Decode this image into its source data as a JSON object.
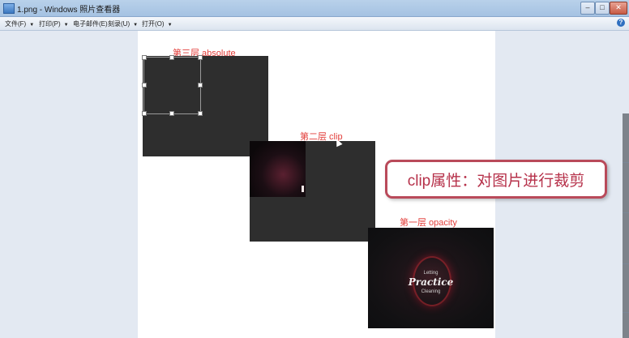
{
  "window": {
    "title": "1.png - Windows 照片查看器"
  },
  "window_buttons": {
    "minimize": "–",
    "maximize": "□",
    "close": "✕"
  },
  "menu": {
    "items": [
      {
        "label": "文件(F)"
      },
      {
        "label": "打印(P)"
      },
      {
        "label": "电子邮件(E)"
      },
      {
        "label": "刻录(U)"
      },
      {
        "label": "打开(O)"
      }
    ],
    "caret": "▼",
    "help": "?"
  },
  "layers": {
    "third": "第三层 absolute",
    "second": "第二层 clip",
    "first": "第一层 opacity"
  },
  "photo": {
    "small_top": "Letting",
    "title": "Practice",
    "small_bottom": "Cleaning"
  },
  "callout": {
    "text": "clip属性：对图片进行裁剪"
  },
  "colors": {
    "label_red": "#e23e3a",
    "callout_border": "#b94a5a",
    "dark_layer": "#2e2e2e"
  }
}
